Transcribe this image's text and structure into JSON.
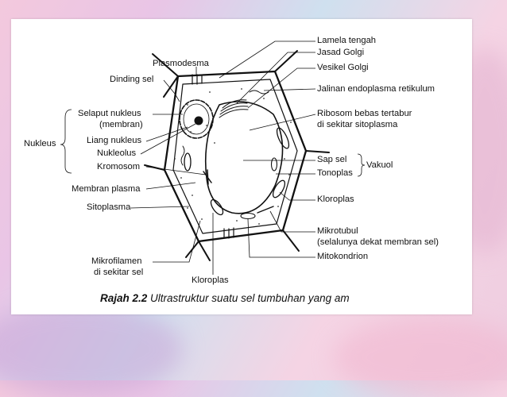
{
  "labels": {
    "lamela_tengah": "Lamela tengah",
    "jasad_golgi": "Jasad Golgi",
    "plasmodesma": "Plasmodesma",
    "vesikel_golgi": "Vesikel Golgi",
    "dinding_sel": "Dinding sel",
    "jalinan_er": "Jalinan endoplasma retikulum",
    "selaput_nukleus_1": "Selaput nukleus",
    "selaput_nukleus_2": "(membran)",
    "ribosom_1": "Ribosom bebas tertabur",
    "ribosom_2": "di sekitar sitoplasma",
    "nukleus": "Nukleus",
    "liang_nukleus": "Liang nukleus",
    "nukleolus": "Nukleolus",
    "sap_sel": "Sap sel",
    "tonoplas": "Tonoplas",
    "vakuol": "Vakuol",
    "kromosom": "Kromosom",
    "membran_plasma": "Membran plasma",
    "kloroplas_right": "Kloroplas",
    "sitoplasma": "Sitoplasma",
    "mikrotubul_1": "Mikrotubul",
    "mikrotubul_2": "(selalunya dekat membran sel)",
    "mikrofilamen_1": "Mikrofilamen",
    "mikrofilamen_2": "di sekitar sel",
    "mitokondrion": "Mitokondrion",
    "kloroplas_bottom": "Kloroplas"
  },
  "caption": {
    "number": "Rajah 2.2",
    "text": "Ultrastruktur suatu sel tumbuhan yang am"
  }
}
